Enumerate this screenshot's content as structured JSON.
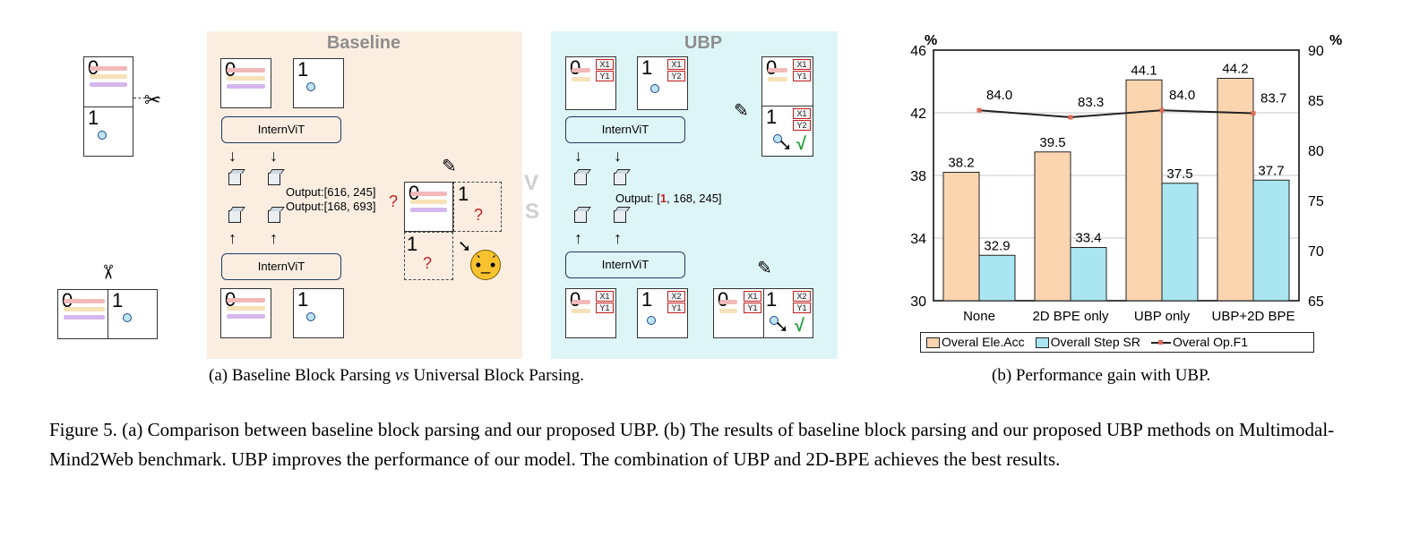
{
  "panel_a": {
    "baseline_title": "Baseline",
    "ubp_title": "UBP",
    "vs_v": "V",
    "vs_s": "S",
    "encoder_label": "InternViT",
    "baseline_output_1": "Output:[616, 245]",
    "baseline_output_2": "Output:[168, 693]",
    "ubp_output_prefix": "Output: [",
    "ubp_output_highlight": "1",
    "ubp_output_suffix": ", 168, 245]",
    "page_index_0": "0",
    "page_index_1": "1",
    "tag_x1": "X1",
    "tag_x2": "X2",
    "tag_y1": "Y1",
    "tag_y2": "Y2",
    "question_mark": "?",
    "check_mark": "√"
  },
  "captions": {
    "sub_a_1": "(a) Baseline Block Parsing ",
    "sub_a_vs": "vs",
    "sub_a_2": " Universal Block Parsing.",
    "sub_b": "(b) Performance gain with UBP.",
    "figure": "Figure 5. (a) Comparison between baseline block parsing and our proposed UBP. (b) The results of baseline block parsing and our proposed UBP methods on Multimodal-Mind2Web benchmark. UBP improves the performance of our model. The combination of UBP and 2D-BPE achieves the best results."
  },
  "chart_data": {
    "type": "bar",
    "categories": [
      "None",
      "2D BPE only",
      "UBP only",
      "UBP+2D BPE"
    ],
    "series": [
      {
        "name": "Overal Ele.Acc",
        "values": [
          38.2,
          39.5,
          44.1,
          44.2
        ],
        "axis": "left",
        "color": "#fbd5b0"
      },
      {
        "name": "Overall Step SR",
        "values": [
          32.9,
          33.4,
          37.5,
          37.7
        ],
        "axis": "left",
        "color": "#a9e6f2"
      },
      {
        "name": "Overal Op.F1",
        "values": [
          84.0,
          83.3,
          84.0,
          83.7
        ],
        "axis": "right",
        "type": "line",
        "color": "#222222",
        "marker_color": "#e06b5a"
      }
    ],
    "left_axis": {
      "ylim": [
        30,
        46
      ],
      "ticks": [
        "30",
        "34",
        "38",
        "42",
        "46"
      ],
      "unit": "%"
    },
    "right_axis": {
      "ylim": [
        65,
        90
      ],
      "ticks": [
        "65",
        "70",
        "75",
        "80",
        "85",
        "90"
      ],
      "unit": "%"
    },
    "grid": true,
    "legend_position": "bottom"
  }
}
